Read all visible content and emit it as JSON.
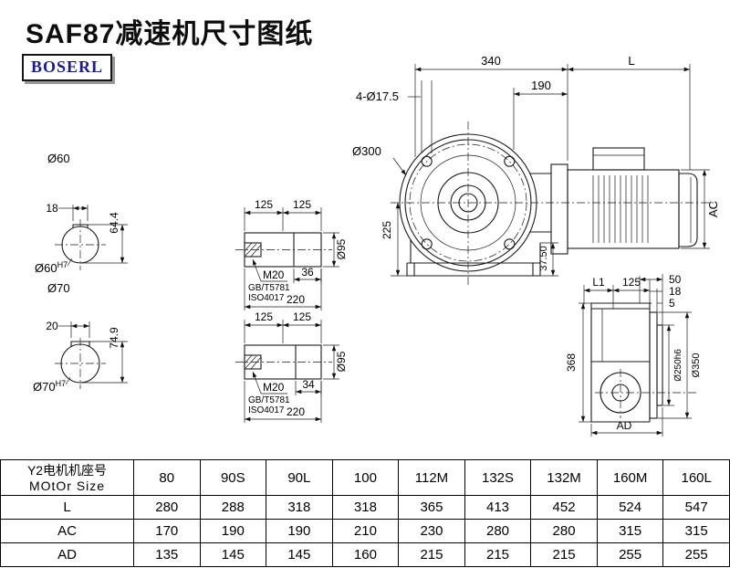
{
  "page": {
    "title": "SAF87减速机尺寸图纸",
    "logo": "BOSERL"
  },
  "end_view_60": {
    "dia_label": "Ø60",
    "key_width": "18",
    "key_height": "64.4",
    "bore_label": "Ø60",
    "bore_tol": "H7"
  },
  "end_view_70": {
    "dia_label": "Ø70",
    "key_width": "20",
    "key_height": "74.9",
    "bore_label": "Ø70",
    "bore_tol": "H7"
  },
  "shaft_top": {
    "dim_a": "125",
    "dim_b": "125",
    "thread": "M20",
    "std_gb": "GB/T5781",
    "std_iso": "ISO4017",
    "dim_step": "36",
    "dim_len": "220",
    "dim_dia": "Ø95"
  },
  "shaft_bottom": {
    "dim_a": "125",
    "dim_b": "125",
    "thread": "M20",
    "std_gb": "GB/T5781",
    "std_iso": "ISO4017",
    "dim_step": "34",
    "dim_len": "220",
    "dim_dia": "Ø95"
  },
  "front_view": {
    "dim_340": "340",
    "dim_L": "L",
    "dim_190": "190",
    "dim_holes": "4-Ø17.5",
    "dim_300": "Ø300",
    "dim_225": "225",
    "dim_375": "37.50",
    "dim_AC": "AC"
  },
  "side_view": {
    "dim_L1": "L1",
    "dim_125": "125",
    "dim_50": "50",
    "dim_18": "18",
    "dim_5": "5",
    "dim_368": "368",
    "dim_250": "Ø250h6",
    "dim_350": "Ø350",
    "dim_AD": "AD"
  },
  "table": {
    "header_cn": "Y2电机机座号",
    "header_en": "MOtOr Size",
    "frame_sizes": [
      "80",
      "90S",
      "90L",
      "100",
      "112M",
      "132S",
      "132M",
      "160M",
      "160L"
    ],
    "rows": [
      {
        "label": "L",
        "values": [
          "280",
          "288",
          "318",
          "318",
          "365",
          "413",
          "452",
          "524",
          "547"
        ]
      },
      {
        "label": "AC",
        "values": [
          "170",
          "190",
          "190",
          "210",
          "230",
          "280",
          "280",
          "315",
          "315"
        ]
      },
      {
        "label": "AD",
        "values": [
          "135",
          "145",
          "145",
          "160",
          "215",
          "215",
          "215",
          "255",
          "255"
        ]
      }
    ]
  }
}
